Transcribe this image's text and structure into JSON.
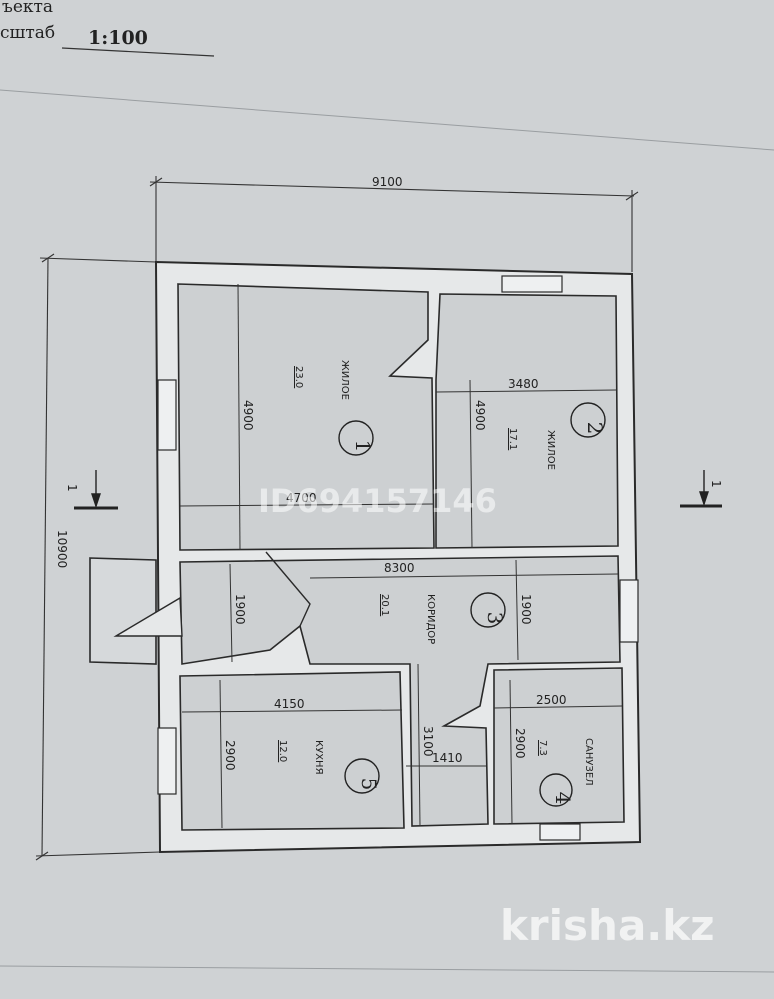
{
  "header": {
    "object_label": "ъекта",
    "scale_prefix": "сштаб",
    "scale_value": "1:100"
  },
  "dimensions": {
    "overall_width": "9100",
    "overall_height": "10900",
    "room1_height": "4900",
    "room1_width": "4700",
    "room2_width": "3480",
    "room2_height": "4900",
    "corridor_length": "8300",
    "entry_height": "1900",
    "corridor_height": "1900",
    "kitchen_width": "4150",
    "kitchen_height": "2900",
    "corridor_passage_height": "3100",
    "corridor_passage_width": "1410",
    "bathroom_width": "2500",
    "bathroom_height": "2900"
  },
  "rooms": [
    {
      "number": "1",
      "name": "ЖИЛОЕ",
      "area": "23.0"
    },
    {
      "number": "2",
      "name": "ЖИЛОЕ",
      "area": "17.1"
    },
    {
      "number": "3",
      "name": "КОРИДОР",
      "area": "20.1"
    },
    {
      "number": "4",
      "name": "САНУЗЕЛ",
      "area": "7.3"
    },
    {
      "number": "5",
      "name": "КУХНЯ",
      "area": "12.0"
    }
  ],
  "section_marks": {
    "left": "1",
    "right": "1"
  },
  "watermarks": {
    "listing_id": "ID694157146",
    "site": "krisha.kz"
  },
  "colors": {
    "paper": "#cfd2d4",
    "line": "#2a2a2a",
    "wall_fill": "#e6e8e9"
  }
}
